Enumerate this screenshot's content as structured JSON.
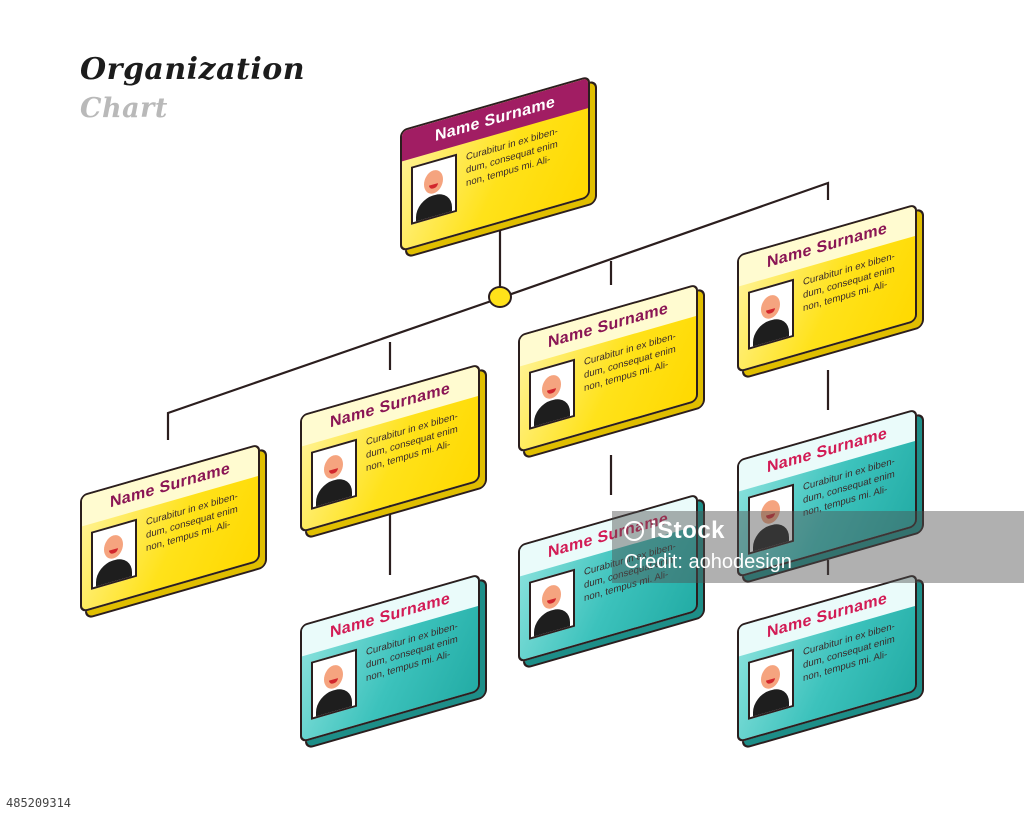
{
  "header": {
    "title": "Organization",
    "subtitle": "Chart"
  },
  "card_text": {
    "name": "Name Surname",
    "desc_lines": [
      "Curabitur in ex biben-",
      "dum, consequat enim",
      "non, tempus mi. Ali-"
    ]
  },
  "cards": [
    {
      "id": "card-top",
      "level": 0,
      "color": "magenta-yellow"
    },
    {
      "id": "card-left",
      "level": 1,
      "color": "yellow"
    },
    {
      "id": "card-mid-left",
      "level": 1,
      "color": "yellow"
    },
    {
      "id": "card-mid-right",
      "level": 1,
      "color": "yellow"
    },
    {
      "id": "card-right",
      "level": 1,
      "color": "yellow"
    },
    {
      "id": "card-sub-mid-left",
      "level": 2,
      "color": "teal"
    },
    {
      "id": "card-sub-mid-right",
      "level": 2,
      "color": "teal"
    },
    {
      "id": "card-sub-right-1",
      "level": 2,
      "color": "teal"
    },
    {
      "id": "card-sub-right-2",
      "level": 3,
      "color": "teal"
    }
  ],
  "colors": {
    "yellow": "#ffe21a",
    "magenta": "#a11d63",
    "teal": "#3cc2bc",
    "line": "#2b1e1e"
  },
  "watermark": {
    "brand": "iStock",
    "credit": "Credit: aohodesign"
  },
  "stock_id": "485209314"
}
